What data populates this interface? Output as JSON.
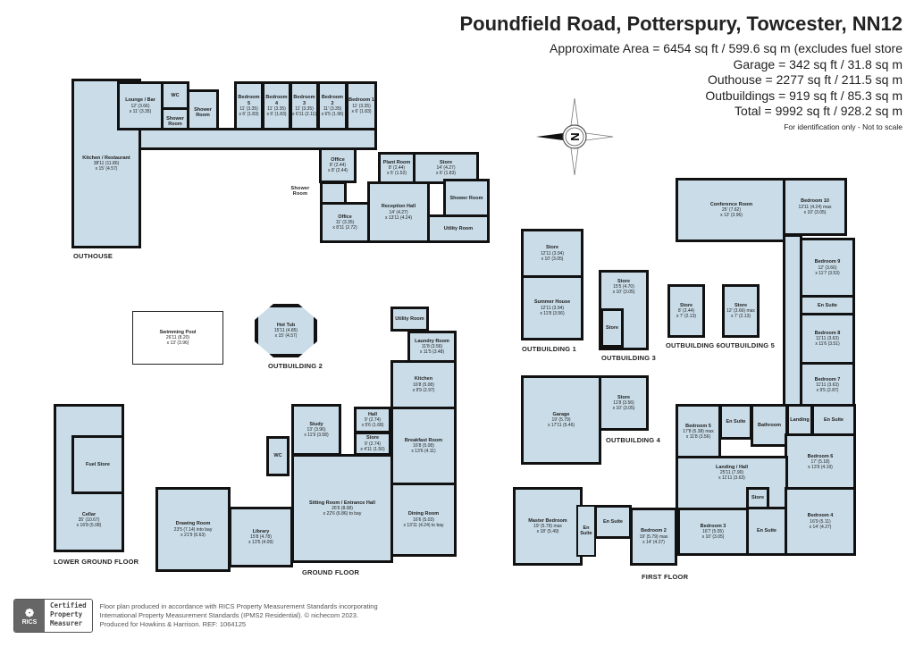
{
  "header": {
    "title": "Poundfield Road, Potterspury, Towcester, NN12",
    "areas": [
      "Approximate Area = 6454 sq ft / 599.6 sq m (excludes fuel store",
      "Garage = 342 sq ft / 31.8 sq m",
      "Outhouse = 2277 sq ft / 211.5 sq m",
      "Outbuildings = 919 sq ft / 85.3 sq m",
      "Total = 9992 sq ft / 928.2 sq m"
    ],
    "note": "For identification only - Not to scale"
  },
  "compass": {
    "icon": "compass-north-icon",
    "letter": "N"
  },
  "section_labels": {
    "outhouse": "OUTHOUSE",
    "outbuilding1": "OUTBUILDING 1",
    "outbuilding2": "OUTBUILDING 2",
    "outbuilding3": "OUTBUILDING 3",
    "outbuilding4": "OUTBUILDING 4",
    "outbuilding5": "OUTBUILDING 5",
    "outbuilding6": "OUTBUILDING 6",
    "lower_ground": "LOWER GROUND FLOOR",
    "ground": "GROUND FLOOR",
    "first": "FIRST FLOOR",
    "shower_room_pointer": "Shower Room"
  },
  "rooms": [
    {
      "id": "oh-kitchen",
      "name": "Kitchen / Restaurant",
      "dims": [
        "38'11 (11.86)",
        "x 15' (4.57)"
      ]
    },
    {
      "id": "oh-lounge",
      "name": "Lounge / Bar",
      "dims": [
        "12' (3.66)",
        "x 11' (3.35)"
      ]
    },
    {
      "id": "oh-wc1",
      "name": "WC",
      "dims": []
    },
    {
      "id": "oh-shower1",
      "name": "Shower Room",
      "dims": []
    },
    {
      "id": "oh-shower2",
      "name": "Shower Room",
      "dims": []
    },
    {
      "id": "oh-bed5",
      "name": "Bedroom 5",
      "dims": [
        "11' (3.35)",
        "x 6' (1.83)"
      ]
    },
    {
      "id": "oh-bed4",
      "name": "Bedroom 4",
      "dims": [
        "11' (3.35)",
        "x 6' (1.83)"
      ]
    },
    {
      "id": "oh-bed3",
      "name": "Bedroom 3",
      "dims": [
        "11' (3.35)",
        "x 6'11 (2.11)"
      ]
    },
    {
      "id": "oh-bed2",
      "name": "Bedroom 2",
      "dims": [
        "11' (3.35)",
        "x 6'5 (1.96)"
      ]
    },
    {
      "id": "oh-bed1",
      "name": "Bedroom 1",
      "dims": [
        "11' (3.35)",
        "x 6' (1.83)"
      ]
    },
    {
      "id": "oh-corridor",
      "name": "",
      "dims": []
    },
    {
      "id": "oh-office1",
      "name": "Office",
      "dims": [
        "8' (2.44)",
        "x 8' (2.44)"
      ]
    },
    {
      "id": "oh-plant",
      "name": "Plant Room",
      "dims": [
        "8' (2.44)",
        "x 5' (1.52)"
      ]
    },
    {
      "id": "oh-store",
      "name": "Store",
      "dims": [
        "14' (4.27)",
        "x 6' (1.83)"
      ]
    },
    {
      "id": "oh-shower3",
      "name": "",
      "dims": []
    },
    {
      "id": "oh-office2",
      "name": "Office",
      "dims": [
        "11' (3.35)",
        "x 8'11 (2.72)"
      ]
    },
    {
      "id": "oh-reception",
      "name": "Reception Hall",
      "dims": [
        "14' (4.27)",
        "x 13'11 (4.24)"
      ]
    },
    {
      "id": "oh-shower4",
      "name": "Shower Room",
      "dims": []
    },
    {
      "id": "oh-utility",
      "name": "Utility Room",
      "dims": []
    },
    {
      "id": "ob1-store",
      "name": "Store",
      "dims": [
        "12'11 (3.94)",
        "x 10' (3.05)"
      ]
    },
    {
      "id": "ob1-summer",
      "name": "Summer House",
      "dims": [
        "12'11 (3.94)",
        "x 11'8 (3.56)"
      ]
    },
    {
      "id": "ob3-store",
      "name": "Store",
      "dims": [
        "15'5 (4.70)",
        "x 10' (3.05)"
      ]
    },
    {
      "id": "ob3-store2",
      "name": "Store",
      "dims": []
    },
    {
      "id": "ob6-store",
      "name": "Store",
      "dims": [
        "8' (2.44)",
        "x 7' (2.13)"
      ]
    },
    {
      "id": "ob5-store",
      "name": "Store",
      "dims": [
        "12' (3.66) max",
        "x 7' (2.13)"
      ]
    },
    {
      "id": "conference",
      "name": "Conference Room",
      "dims": [
        "25' (7.62)",
        "x 13' (3.96)"
      ]
    },
    {
      "id": "bed10",
      "name": "Bedroom 10",
      "dims": [
        "13'11 (4.24) max",
        "x 10' (3.05)"
      ]
    },
    {
      "id": "ff-corridor",
      "name": "",
      "dims": []
    },
    {
      "id": "bed9",
      "name": "Bedroom 9",
      "dims": [
        "12' (3.66)",
        "x 11'7 (3.53)"
      ]
    },
    {
      "id": "bed9-ensuite",
      "name": "En Suite",
      "dims": []
    },
    {
      "id": "bed8",
      "name": "Bedroom 8",
      "dims": [
        "11'11 (3.63)",
        "x 11'6 (3.51)"
      ]
    },
    {
      "id": "bed7",
      "name": "Bedroom 7",
      "dims": [
        "11'11 (3.63)",
        "x 9'5 (2.87)"
      ]
    },
    {
      "id": "garage",
      "name": "Garage",
      "dims": [
        "19' (5.79)",
        "x 17'11 (5.46)"
      ]
    },
    {
      "id": "ob4-store",
      "name": "Store",
      "dims": [
        "11'8 (3.56)",
        "x 10' (3.05)"
      ]
    },
    {
      "id": "ff-bed5",
      "name": "Bedroom 5",
      "dims": [
        "17'8 (5.38) max",
        "x 11'8 (3.56)"
      ]
    },
    {
      "id": "ff-bed5-ensuite",
      "name": "En Suite",
      "dims": []
    },
    {
      "id": "ff-bathroom",
      "name": "Bathroom",
      "dims": []
    },
    {
      "id": "ff-landing",
      "name": "Landing",
      "dims": []
    },
    {
      "id": "ff-ensuite-top",
      "name": "En Suite",
      "dims": []
    },
    {
      "id": "ff-bed6",
      "name": "Bedroom 6",
      "dims": [
        "17' (5.18)",
        "x 13'9 (4.19)"
      ]
    },
    {
      "id": "ff-landing-hall",
      "name": "Landing / Hall",
      "dims": [
        "25'11 (7.90)",
        "x 11'11 (3.63)"
      ]
    },
    {
      "id": "ff-master",
      "name": "Master Bedroom",
      "dims": [
        "19' (5.79) max",
        "x 18' (5.49)"
      ]
    },
    {
      "id": "ff-master-ensuite",
      "name": "En Suite",
      "dims": []
    },
    {
      "id": "ff-ensuite-b2",
      "name": "En Suite",
      "dims": []
    },
    {
      "id": "ff-bed2",
      "name": "Bedroom 2",
      "dims": [
        "19' (5.79) max",
        "x 14' (4.27)"
      ]
    },
    {
      "id": "ff-bed3",
      "name": "Bedroom 3",
      "dims": [
        "16'7 (5.05)",
        "x 10' (3.05)"
      ]
    },
    {
      "id": "ff-store",
      "name": "Store",
      "dims": []
    },
    {
      "id": "ff-ensuite-b4",
      "name": "En Suite",
      "dims": []
    },
    {
      "id": "ff-bed4",
      "name": "Bedroom 4",
      "dims": [
        "16'9 (5.11)",
        "x 14' (4.27)"
      ]
    },
    {
      "id": "pool",
      "name": "Swimming Pool",
      "dims": [
        "26'11 (8.20)",
        "x 13' (3.96)"
      ]
    },
    {
      "id": "hottub",
      "name": "Hot Tub",
      "dims": [
        "15'11 (4.85)",
        "x 15' (4.57)"
      ]
    },
    {
      "id": "gf-utility",
      "name": "Utility Room",
      "dims": []
    },
    {
      "id": "gf-laundry",
      "name": "Laundry Room",
      "dims": [
        "11'8 (3.56)",
        "x 11'5 (3.48)"
      ]
    },
    {
      "id": "gf-kitchen",
      "name": "Kitchen",
      "dims": [
        "16'8 (5.08)",
        "x 9'9 (2.97)"
      ]
    },
    {
      "id": "gf-hall",
      "name": "Hall",
      "dims": [
        "9' (2.74)",
        "x 5'6 (1.68)"
      ]
    },
    {
      "id": "gf-store",
      "name": "Store",
      "dims": [
        "9' (2.74)",
        "x 4'11 (1.50)"
      ]
    },
    {
      "id": "gf-breakfast",
      "name": "Breakfast Room",
      "dims": [
        "16'8 (5.08)",
        "x 13'6 (4.11)"
      ]
    },
    {
      "id": "gf-study",
      "name": "Study",
      "dims": [
        "13' (3.96)",
        "x 11'9 (3.58)"
      ]
    },
    {
      "id": "gf-wc",
      "name": "WC",
      "dims": []
    },
    {
      "id": "gf-sitting",
      "name": "Sitting Room / Entrance Hall",
      "dims": [
        "26'6 (8.08)",
        "x 22'6 (6.86) to bay"
      ]
    },
    {
      "id": "gf-dining",
      "name": "Dining Room",
      "dims": [
        "16'6 (5.03)",
        "x 13'11 (4.24) to bay"
      ]
    },
    {
      "id": "gf-drawing",
      "name": "Drawing Room",
      "dims": [
        "23'5 (7.14) into bay",
        "x 21'9 (6.63)"
      ]
    },
    {
      "id": "gf-library",
      "name": "Library",
      "dims": [
        "15'8 (4.78)",
        "x 13'5 (4.09)"
      ]
    },
    {
      "id": "lg-cellar",
      "name": "Cellar",
      "dims": [
        "35' (10.67)",
        "x 16'8 (5.08)"
      ]
    },
    {
      "id": "lg-fuel",
      "name": "Fuel Store",
      "dims": []
    }
  ],
  "footer": {
    "badge": {
      "org": "RICS",
      "lines": [
        "Certified",
        "Property",
        "Measurer"
      ]
    },
    "lines": [
      "Floor plan produced in accordance with RICS Property Measurement Standards incorporating",
      "International Property Measurement Standards (IPMS2 Residential).  © nichecom 2023.",
      "Produced for Howkins & Harrison.   REF: 1064125"
    ]
  }
}
